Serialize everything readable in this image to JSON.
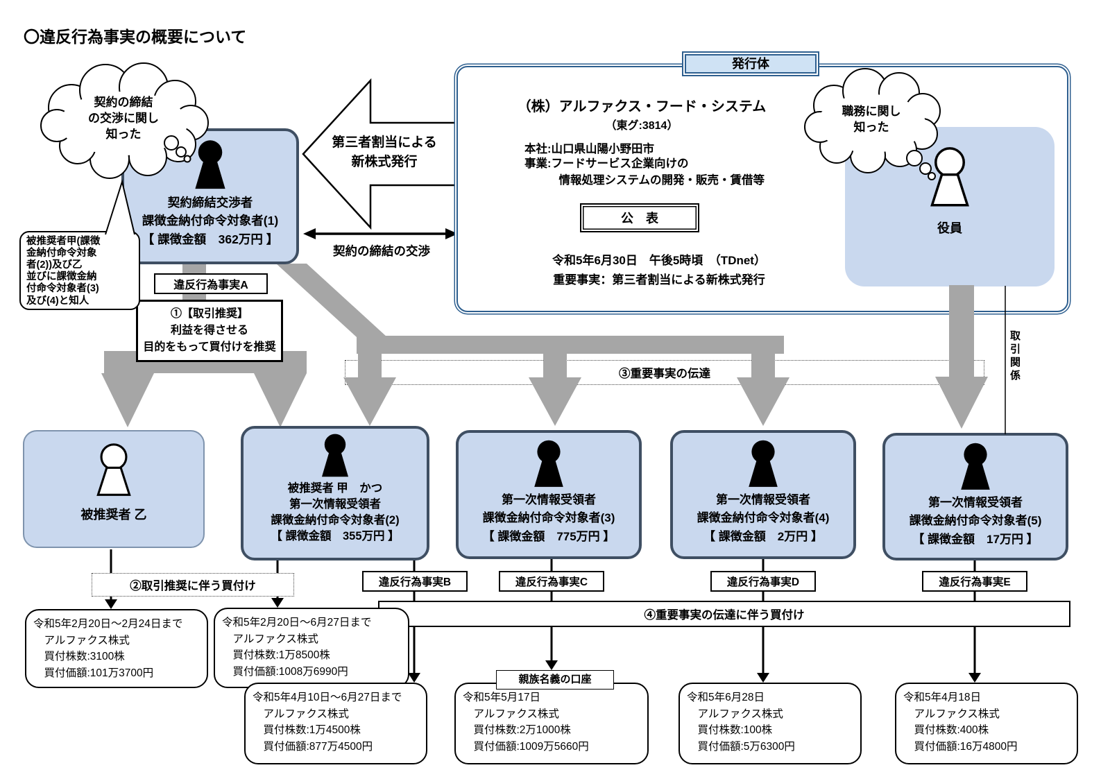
{
  "title": "〇違反行為事実の概要について",
  "clouds": {
    "left": "契約の締結\nの交渉に関し\n知った",
    "right": "職務に関し\n知った"
  },
  "note_bubble": "被推奨者甲(課徴\n金納付命令対象\n者(2))及び乙\n並びに課徴金納\n付命令対象者(3)\n及び(4)と知人",
  "block_arrow_label": "第三者割当による\n新株式発行",
  "negotiation_label": "契約の締結の交渉",
  "negotiator": "契約締結交渉者\n課徴金納付命令対象者(1)\n【 課徴金額　362万円 】",
  "issuer": {
    "tab": "発行体",
    "company": "（株）アルファクス・フード・システム",
    "ticker": "（東グ:3814）",
    "hq": "本社:山口県山陽小野田市",
    "business": "事業:フードサービス企業向けの\n　　　情報処理システムの開発・販売・賃借等",
    "disclosure_box": "公　表",
    "disclosure_time": "令和5年6月30日　午後5時頃　（TDnet）",
    "material_fact": "重要事実：第三者割当による新株式発行"
  },
  "officer": "役員",
  "trade_relation": "取引関係",
  "violation_a": {
    "tag": "違反行為事実A",
    "desc": "①【取引推奨】\n利益を得させる\n目的をもって買付けを推奨"
  },
  "bands": {
    "transmission": "③重要事実の伝達",
    "recommend_purchase": "②取引推奨に伴う買付け",
    "transmission_purchase": "④重要事実の伝達に伴う買付け"
  },
  "persons": [
    {
      "label": "被推奨者 乙"
    },
    {
      "label": "被推奨者 甲　かつ\n第一次情報受領者\n課徴金納付命令対象者(2)\n【 課徴金額　355万円 】"
    },
    {
      "label": "第一次情報受領者\n課徴金納付命令対象者(3)\n【 課徴金額　775万円 】"
    },
    {
      "label": "第一次情報受領者\n課徴金納付命令対象者(4)\n【 課徴金額　2万円 】"
    },
    {
      "label": "第一次情報受領者\n課徴金納付命令対象者(5)\n【 課徴金額　17万円 】"
    }
  ],
  "violation_tags": [
    "違反行為事実B",
    "違反行為事実C",
    "違反行為事実D",
    "違反行為事実E"
  ],
  "relative_account": "親族名義の口座",
  "purchases": [
    {
      "text": "令和5年2月20日～2月24日まで\n　アルファクス株式\n　買付株数:3100株\n　買付価額:101万3700円"
    },
    {
      "text": "令和5年2月20日～6月27日まで\n　アルファクス株式\n　買付株数:1万8500株\n　買付価額:1008万6990円"
    },
    {
      "text": "令和5年4月10日～6月27日まで\n　アルファクス株式\n　買付株数:1万4500株\n　買付価額:877万4500円"
    },
    {
      "text": "令和5年5月17日\n　アルファクス株式\n　買付株数:2万1000株\n　買付価額:1009万5660円"
    },
    {
      "text": "令和5年6月28日\n　アルファクス株式\n　買付株数:100株\n　買付価額:5万6300円"
    },
    {
      "text": "令和5年4月18日\n　アルファクス株式\n　買付株数:400株\n　買付価額:16万4800円"
    }
  ],
  "colors": {
    "box_fill": "#c9d8ee",
    "box_border": "#3f4f63",
    "issuer_border": "#2e5f8f",
    "tab_fill": "#cfe2f4",
    "flow_gray": "#a6a6a6"
  }
}
